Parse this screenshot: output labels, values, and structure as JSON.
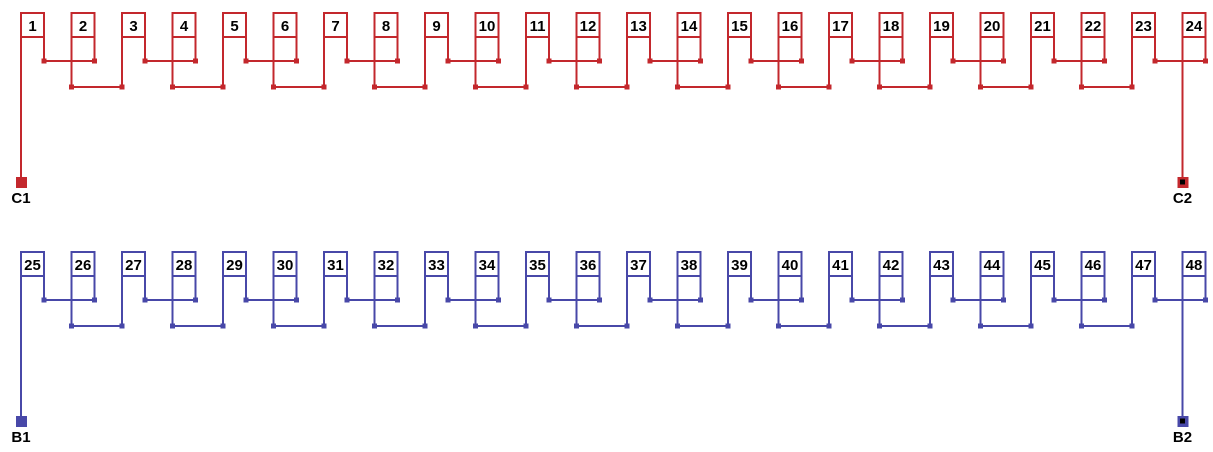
{
  "phases": [
    {
      "name": "C",
      "color": "#c3282d",
      "slots": [
        "1",
        "2",
        "3",
        "4",
        "5",
        "6",
        "7",
        "8",
        "9",
        "10",
        "11",
        "12",
        "13",
        "14",
        "15",
        "16",
        "17",
        "18",
        "19",
        "20",
        "21",
        "22",
        "23",
        "24"
      ],
      "terminal_start": "C1",
      "terminal_end": "C2"
    },
    {
      "name": "B",
      "color": "#4848a8",
      "slots": [
        "25",
        "26",
        "27",
        "28",
        "29",
        "30",
        "31",
        "32",
        "33",
        "34",
        "35",
        "36",
        "37",
        "38",
        "39",
        "40",
        "41",
        "42",
        "43",
        "44",
        "45",
        "46",
        "47",
        "48"
      ],
      "terminal_start": "B1",
      "terminal_end": "B2"
    }
  ]
}
